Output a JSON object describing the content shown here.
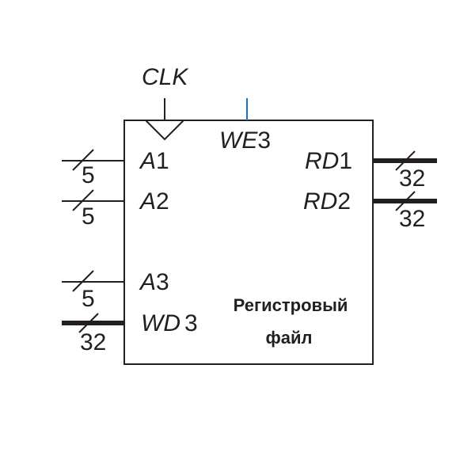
{
  "clock": {
    "label": "CLK"
  },
  "write_enable": {
    "name": "WE",
    "index": "3",
    "color": "#1a73c8"
  },
  "inputs": [
    {
      "name": "A",
      "index": "1",
      "width": "5"
    },
    {
      "name": "A",
      "index": "2",
      "width": "5"
    },
    {
      "name": "A",
      "index": "3",
      "width": "5"
    },
    {
      "name": "WD",
      "index": "3",
      "width": "32"
    }
  ],
  "outputs": [
    {
      "name": "RD",
      "index": "1",
      "width": "32"
    },
    {
      "name": "RD",
      "index": "2",
      "width": "32"
    }
  ],
  "block": {
    "title_line1": "Регистровый",
    "title_line2": "файл"
  },
  "colors": {
    "stroke": "#231f20",
    "background": "#ffffff"
  }
}
